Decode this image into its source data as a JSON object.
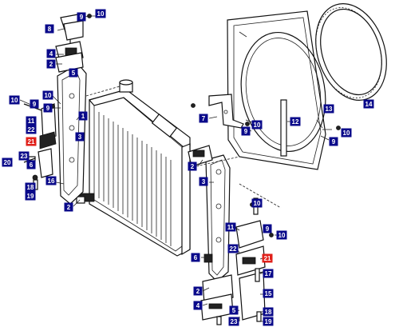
{
  "colors": {
    "callout_default": "#0a0a8a",
    "callout_highlight": "#e0201a",
    "callout_text": "#ffffff",
    "line": "#111111"
  },
  "callouts": [
    {
      "id": "c-9a",
      "label": "9",
      "highlight": false
    },
    {
      "id": "c-10a",
      "label": "10",
      "highlight": false
    },
    {
      "id": "c-8",
      "label": "8",
      "highlight": false
    },
    {
      "id": "c-4a",
      "label": "4",
      "highlight": false
    },
    {
      "id": "c-2a",
      "label": "2",
      "highlight": false
    },
    {
      "id": "c-5a",
      "label": "5",
      "highlight": false
    },
    {
      "id": "c-10b",
      "label": "10",
      "highlight": false
    },
    {
      "id": "c-9b",
      "label": "9",
      "highlight": false
    },
    {
      "id": "c-10c",
      "label": "10",
      "highlight": false
    },
    {
      "id": "c-9c",
      "label": "9",
      "highlight": false
    },
    {
      "id": "c-1",
      "label": "1",
      "highlight": false
    },
    {
      "id": "c-11a",
      "label": "11",
      "highlight": false
    },
    {
      "id": "c-22a",
      "label": "22",
      "highlight": false
    },
    {
      "id": "c-3a",
      "label": "3",
      "highlight": false
    },
    {
      "id": "c-21a",
      "label": "21",
      "highlight": true
    },
    {
      "id": "c-23a",
      "label": "23",
      "highlight": false
    },
    {
      "id": "c-20",
      "label": "20",
      "highlight": false
    },
    {
      "id": "c-6a",
      "label": "6",
      "highlight": false
    },
    {
      "id": "c-16",
      "label": "16",
      "highlight": false
    },
    {
      "id": "c-18a",
      "label": "18",
      "highlight": false
    },
    {
      "id": "c-19a",
      "label": "19",
      "highlight": false
    },
    {
      "id": "c-2b",
      "label": "2",
      "highlight": false
    },
    {
      "id": "c-14",
      "label": "14",
      "highlight": false
    },
    {
      "id": "c-13",
      "label": "13",
      "highlight": false
    },
    {
      "id": "c-7",
      "label": "7",
      "highlight": false
    },
    {
      "id": "c-12",
      "label": "12",
      "highlight": false
    },
    {
      "id": "c-10d",
      "label": "10",
      "highlight": false
    },
    {
      "id": "c-9d",
      "label": "9",
      "highlight": false
    },
    {
      "id": "c-10e",
      "label": "10",
      "highlight": false
    },
    {
      "id": "c-9e",
      "label": "9",
      "highlight": false
    },
    {
      "id": "c-2c",
      "label": "2",
      "highlight": false
    },
    {
      "id": "c-3b",
      "label": "3",
      "highlight": false
    },
    {
      "id": "c-10f",
      "label": "10",
      "highlight": false
    },
    {
      "id": "c-11b",
      "label": "11",
      "highlight": false
    },
    {
      "id": "c-9f",
      "label": "9",
      "highlight": false
    },
    {
      "id": "c-10g",
      "label": "10",
      "highlight": false
    },
    {
      "id": "c-22b",
      "label": "22",
      "highlight": false
    },
    {
      "id": "c-6b",
      "label": "6",
      "highlight": false
    },
    {
      "id": "c-21b",
      "label": "21",
      "highlight": true
    },
    {
      "id": "c-17",
      "label": "17",
      "highlight": false
    },
    {
      "id": "c-2d",
      "label": "2",
      "highlight": false
    },
    {
      "id": "c-15",
      "label": "15",
      "highlight": false
    },
    {
      "id": "c-4b",
      "label": "4",
      "highlight": false
    },
    {
      "id": "c-5b",
      "label": "5",
      "highlight": false
    },
    {
      "id": "c-18b",
      "label": "18",
      "highlight": false
    },
    {
      "id": "c-23b",
      "label": "23",
      "highlight": false
    },
    {
      "id": "c-19b",
      "label": "19",
      "highlight": false
    }
  ]
}
